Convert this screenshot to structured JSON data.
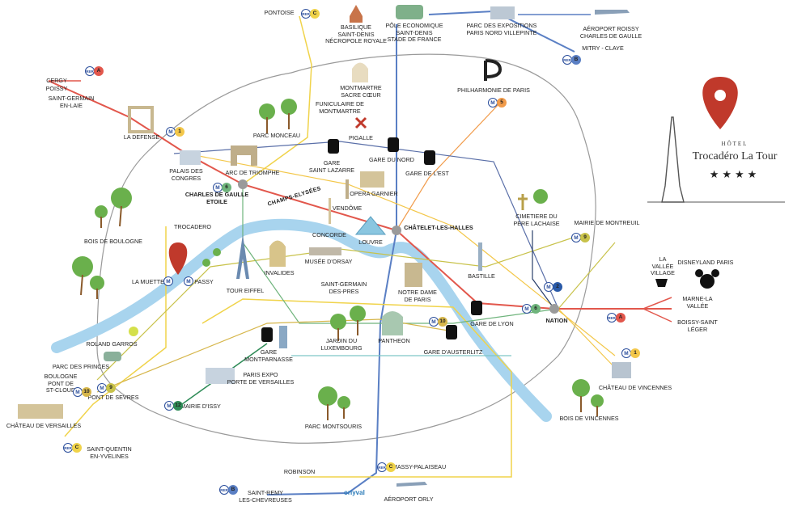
{
  "hotel": {
    "pre": "HÔTEL",
    "name": "Trocadéro La Tour",
    "stars": "★★★★"
  },
  "colors": {
    "seine": "#a8d4ee",
    "rer_a": "#e2574c",
    "rer_b": "#5a7fc4",
    "rer_c": "#f0d34a",
    "boulevard": "#999999",
    "pin": "#c0392b",
    "tree": "#6ab04c"
  },
  "champs": "CHAMPS-ELYSÉES",
  "orly_logo": "orlyval",
  "labels": [
    {
      "id": "pontoise",
      "t": "PONTOISE"
    },
    {
      "id": "basilique",
      "t": "BASILIQUE\nSAINT-DENIS\nNÉCROPOLE ROYALE"
    },
    {
      "id": "pole",
      "t": "PÔLE ECONOMIQUE\nSAINT-DENIS\nSTADE DE FRANCE"
    },
    {
      "id": "parcexpo",
      "t": "PARC DES EXPOSITIONS\nPARIS NORD VILLEPINTE"
    },
    {
      "id": "roissy",
      "t": "AÉROPORT ROISSY\nCHARLES DE GAULLE"
    },
    {
      "id": "mitry",
      "t": "MITRY - CLAYE"
    },
    {
      "id": "cergy",
      "t": "CERGY"
    },
    {
      "id": "poissy",
      "t": "POISSY"
    },
    {
      "id": "sgel",
      "t": "SAINT-GERMAIN\nEN-LAIE"
    },
    {
      "id": "montmartre",
      "t": "MONTMARTRE\nSACRE CŒUR"
    },
    {
      "id": "funiculaire",
      "t": "FUNICULAIRE DE\nMONTMARTRE"
    },
    {
      "id": "philharmonie",
      "t": "PHILHARMONIE DE PARIS"
    },
    {
      "id": "parcmonceau",
      "t": "PARC MONCEAU"
    },
    {
      "id": "ladefense",
      "t": "LA DEFENSE"
    },
    {
      "id": "pigalle",
      "t": "PIGALLE"
    },
    {
      "id": "palais",
      "t": "PALAIS DES\nCONGRES"
    },
    {
      "id": "arc",
      "t": "ARC DE TRIOMPHE"
    },
    {
      "id": "cdg_etoile",
      "t": "CHARLES DE GAULLE\nETOILE"
    },
    {
      "id": "stlazare",
      "t": "GARE\nSAINT LAZARRE"
    },
    {
      "id": "garenord",
      "t": "GARE DU NORD"
    },
    {
      "id": "gareest",
      "t": "GARE DE L'EST"
    },
    {
      "id": "opera",
      "t": "OPERA GARNIER"
    },
    {
      "id": "vendome",
      "t": "VENDÔME"
    },
    {
      "id": "trocadero",
      "t": "TROCADERO"
    },
    {
      "id": "concorde",
      "t": "CONCORDE"
    },
    {
      "id": "louvre",
      "t": "LOUVRE"
    },
    {
      "id": "chatelet",
      "t": "CHÂTELET-LES-HALLES"
    },
    {
      "id": "cimetiere",
      "t": "CIMETIERE DU\nPERE LACHAISE"
    },
    {
      "id": "mairiemontreuil",
      "t": "MAIRIE DE MONTREUIL"
    },
    {
      "id": "boisboulogne",
      "t": "BOIS DE BOULOGNE"
    },
    {
      "id": "orsay",
      "t": "MUSÉE D'ORSAY"
    },
    {
      "id": "invalides",
      "t": "INVALIDES"
    },
    {
      "id": "lamuette",
      "t": "LA MUETTE"
    },
    {
      "id": "passy",
      "t": "PASSY"
    },
    {
      "id": "toureiffel",
      "t": "TOUR EIFFEL"
    },
    {
      "id": "sgdp",
      "t": "SAINT-GERMAIN\nDES-PRES"
    },
    {
      "id": "notredame",
      "t": "NOTRE DAME\nDE PARIS"
    },
    {
      "id": "bastille",
      "t": "BASTILLE"
    },
    {
      "id": "lavallee",
      "t": "LA\nVALLÉE\nVILLAGE"
    },
    {
      "id": "disney",
      "t": "DISNEYLAND PARIS"
    },
    {
      "id": "marne",
      "t": "MARNE-LA\nVALLÉE"
    },
    {
      "id": "boissy",
      "t": "BOISSY-SAINT\nLÉGER"
    },
    {
      "id": "nation",
      "t": "NATION"
    },
    {
      "id": "garelyon",
      "t": "GARE DE LYON"
    },
    {
      "id": "rolandgarros",
      "t": "ROLAND GARROS"
    },
    {
      "id": "garemontp",
      "t": "GARE\nMONTPARNASSE"
    },
    {
      "id": "jardinlux",
      "t": "JARDIN DU\nLUXEMBOURG"
    },
    {
      "id": "pantheon",
      "t": "PANTHEON"
    },
    {
      "id": "gareausterlitz",
      "t": "GARE D'AUSTERLITZ"
    },
    {
      "id": "parcprinces",
      "t": "PARC DES PRINCES"
    },
    {
      "id": "boulognesc",
      "t": "BOULOGNE\nPONT DE\nST-CLOUD"
    },
    {
      "id": "pontsevres",
      "t": "PONT DE SEVRES"
    },
    {
      "id": "parisexpo",
      "t": "PARIS EXPO\nPORTE DE VERSAILLES"
    },
    {
      "id": "chvincennes",
      "t": "CHÂTEAU DE VINCENNES"
    },
    {
      "id": "mairieissy",
      "t": "MAIRIE D'ISSY"
    },
    {
      "id": "chversailles",
      "t": "CHÂTEAU DE VERSAILLES"
    },
    {
      "id": "boisvincennes",
      "t": "BOIS DE VINCENNES"
    },
    {
      "id": "parcmontsouris",
      "t": "PARC MONTSOURIS"
    },
    {
      "id": "sqy",
      "t": "SAINT-QUENTIN\nEN-YVELINES"
    },
    {
      "id": "robinson",
      "t": "ROBINSON"
    },
    {
      "id": "massy",
      "t": "MASSY-PALAISEAU"
    },
    {
      "id": "stremy",
      "t": "SAINT-REMY\nLES-CHEVREUSES"
    },
    {
      "id": "orly",
      "t": "AÉROPORT ORLY"
    }
  ],
  "badges": [
    {
      "id": "b_pontoise",
      "kind": "rer",
      "t": "RER",
      "line": "C"
    },
    {
      "id": "b_mitry",
      "kind": "rer",
      "t": "RER",
      "line": "B"
    },
    {
      "id": "b_cergy",
      "kind": "rer",
      "t": "RER",
      "line": "A"
    },
    {
      "id": "b_ladef",
      "kind": "metro",
      "t": "M",
      "line": "1"
    },
    {
      "id": "b_etoile",
      "kind": "metro",
      "t": "M",
      "line": "6"
    },
    {
      "id": "b_philh",
      "kind": "metro",
      "t": "M",
      "line": "5"
    },
    {
      "id": "b_montreuil",
      "kind": "metro",
      "t": "M",
      "line": "9"
    },
    {
      "id": "b_muette",
      "kind": "metro",
      "t": "M",
      "line": ""
    },
    {
      "id": "b_passy",
      "kind": "metro",
      "t": "M",
      "line": ""
    },
    {
      "id": "b_nation2",
      "kind": "metro",
      "t": "M",
      "line": "2"
    },
    {
      "id": "b_nation6",
      "kind": "metro",
      "t": "M",
      "line": "6"
    },
    {
      "id": "b_marne",
      "kind": "rer",
      "t": "RER",
      "line": "A"
    },
    {
      "id": "b_austerlitz",
      "kind": "metro",
      "t": "M",
      "line": "10"
    },
    {
      "id": "b_vincennes",
      "kind": "metro",
      "t": "M",
      "line": "1"
    },
    {
      "id": "b_boulogne",
      "kind": "metro",
      "t": "M",
      "line": "10"
    },
    {
      "id": "b_sevres",
      "kind": "metro",
      "t": "M",
      "line": "9"
    },
    {
      "id": "b_issy",
      "kind": "metro",
      "t": "M",
      "line": "12"
    },
    {
      "id": "b_sqy",
      "kind": "rer",
      "t": "RER",
      "line": "C"
    },
    {
      "id": "b_massy",
      "kind": "rer",
      "t": "RER",
      "line": "C"
    },
    {
      "id": "b_stremy",
      "kind": "rer",
      "t": "RER",
      "line": "B"
    }
  ]
}
